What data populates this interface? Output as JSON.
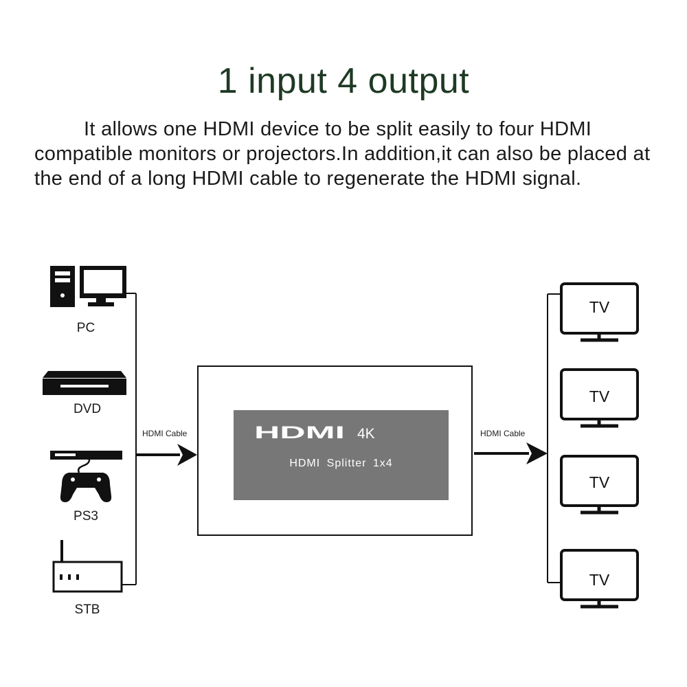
{
  "headline": "1 input 4 output",
  "description": "It allows one HDMI device to be split easily to four HDMI compatible monitors or projectors.In addition,it can also be placed at the end of a long HDMI cable to regenerate the HDMI signal.",
  "sources": [
    {
      "label": "PC",
      "icon": "pc-icon"
    },
    {
      "label": "DVD",
      "icon": "dvd-player-icon"
    },
    {
      "label": "PS3",
      "icon": "game-console-icon"
    },
    {
      "label": "STB",
      "icon": "set-top-box-icon"
    }
  ],
  "input_cable_label": "HDMI Cable",
  "output_cable_label": "HDMI Cable",
  "splitter": {
    "logo": "HDMI",
    "logo_suffix": "4K",
    "model": "HDMI  Splitter  1x4"
  },
  "outputs": [
    {
      "label": "TV",
      "icon": "tv-icon"
    },
    {
      "label": "TV",
      "icon": "tv-icon"
    },
    {
      "label": "TV",
      "icon": "tv-icon"
    },
    {
      "label": "TV",
      "icon": "tv-icon"
    }
  ],
  "colors": {
    "headline": "#1f3a24",
    "panel": "#777777",
    "line": "#111111"
  }
}
